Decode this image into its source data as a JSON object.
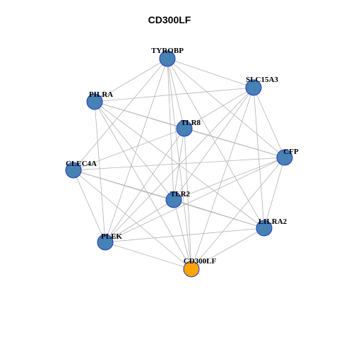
{
  "title": "CD300LF",
  "colors": {
    "default_node": "#4682B4",
    "highlight_node": "#FFA500",
    "node_border": "#2233CC",
    "edge": "#B3B3B3"
  },
  "nodes": [
    {
      "id": "TYROBP",
      "label": "TYROBP",
      "highlight": false
    },
    {
      "id": "SLC15A3",
      "label": "SLC15A3",
      "highlight": false
    },
    {
      "id": "PILRA",
      "label": "PILRA",
      "highlight": false
    },
    {
      "id": "TLR8",
      "label": "TLR8",
      "highlight": false
    },
    {
      "id": "CFP",
      "label": "CFP",
      "highlight": false
    },
    {
      "id": "CLEC4A",
      "label": "CLEC4A",
      "highlight": false
    },
    {
      "id": "TLR2",
      "label": "TLR2",
      "highlight": false
    },
    {
      "id": "LILRA2",
      "label": "LILRA2",
      "highlight": false
    },
    {
      "id": "PLEK",
      "label": "PLEK",
      "highlight": false
    },
    {
      "id": "CD300LF",
      "label": "CD300LF",
      "highlight": true
    }
  ],
  "edges": [
    [
      "TYROBP",
      "SLC15A3"
    ],
    [
      "TYROBP",
      "PILRA"
    ],
    [
      "TYROBP",
      "TLR8"
    ],
    [
      "TYROBP",
      "CFP"
    ],
    [
      "TYROBP",
      "CLEC4A"
    ],
    [
      "TYROBP",
      "TLR2"
    ],
    [
      "TYROBP",
      "LILRA2"
    ],
    [
      "TYROBP",
      "PLEK"
    ],
    [
      "TYROBP",
      "CD300LF"
    ],
    [
      "SLC15A3",
      "PILRA"
    ],
    [
      "SLC15A3",
      "TLR8"
    ],
    [
      "SLC15A3",
      "CFP"
    ],
    [
      "SLC15A3",
      "TLR2"
    ],
    [
      "SLC15A3",
      "LILRA2"
    ],
    [
      "SLC15A3",
      "PLEK"
    ],
    [
      "SLC15A3",
      "CD300LF"
    ],
    [
      "PILRA",
      "TLR8"
    ],
    [
      "PILRA",
      "CFP"
    ],
    [
      "PILRA",
      "TLR2"
    ],
    [
      "PILRA",
      "LILRA2"
    ],
    [
      "PILRA",
      "PLEK"
    ],
    [
      "PILRA",
      "CD300LF"
    ],
    [
      "TLR8",
      "CFP"
    ],
    [
      "TLR8",
      "CLEC4A"
    ],
    [
      "TLR8",
      "TLR2"
    ],
    [
      "TLR8",
      "PLEK"
    ],
    [
      "TLR8",
      "CD300LF"
    ],
    [
      "CFP",
      "CLEC4A"
    ],
    [
      "CFP",
      "TLR2"
    ],
    [
      "CFP",
      "LILRA2"
    ],
    [
      "CFP",
      "PLEK"
    ],
    [
      "CFP",
      "CD300LF"
    ],
    [
      "CLEC4A",
      "TLR2"
    ],
    [
      "CLEC4A",
      "LILRA2"
    ],
    [
      "CLEC4A",
      "PLEK"
    ],
    [
      "CLEC4A",
      "CD300LF"
    ],
    [
      "TLR2",
      "LILRA2"
    ],
    [
      "TLR2",
      "PLEK"
    ],
    [
      "TLR2",
      "CD300LF"
    ],
    [
      "LILRA2",
      "PLEK"
    ],
    [
      "LILRA2",
      "CD300LF"
    ],
    [
      "PLEK",
      "CD300LF"
    ]
  ]
}
